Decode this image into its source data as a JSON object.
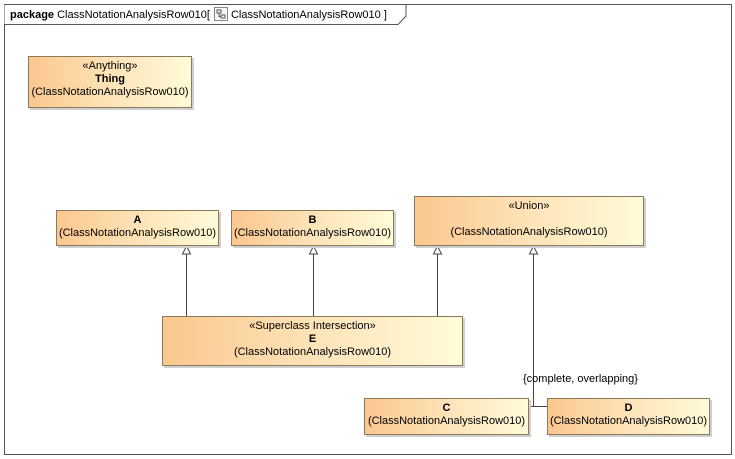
{
  "frame": {
    "keyword": "package",
    "name": "ClassNotationAnalysisRow010",
    "bracket_open": "[",
    "diagram_name": "ClassNotationAnalysisRow010",
    "bracket_close": "]",
    "icon": "class-diagram-icon"
  },
  "classes": {
    "thing": {
      "stereotype": "«Anything»",
      "name": "Thing",
      "package": "(ClassNotationAnalysisRow010)"
    },
    "a": {
      "name": "A",
      "package": "(ClassNotationAnalysisRow010)"
    },
    "b": {
      "name": "B",
      "package": "(ClassNotationAnalysisRow010)"
    },
    "union": {
      "stereotype": "«Union»",
      "package": "(ClassNotationAnalysisRow010)"
    },
    "e": {
      "stereotype": "«Superclass Intersection»",
      "name": "E",
      "package": "(ClassNotationAnalysisRow010)"
    },
    "c": {
      "name": "C",
      "package": "(ClassNotationAnalysisRow010)"
    },
    "d": {
      "name": "D",
      "package": "(ClassNotationAnalysisRow010)"
    }
  },
  "constraint": "{complete, overlapping}",
  "colors": {
    "class_gradient_start": "#fbc78f",
    "class_gradient_end": "#fffbd8",
    "class_border": "#8c7a5a",
    "line": "#444444"
  }
}
